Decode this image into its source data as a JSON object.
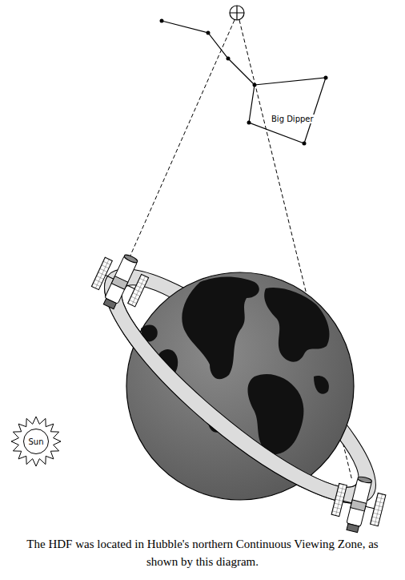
{
  "diagram": {
    "caption": "The HDF was located in Hubble's northern Continuous Viewing Zone, as shown by this diagram.",
    "nodes": [
      {
        "text": [
          "Sun"
        ]
      }
    ],
    "labels": [
      "Big Dipper"
    ]
  }
}
